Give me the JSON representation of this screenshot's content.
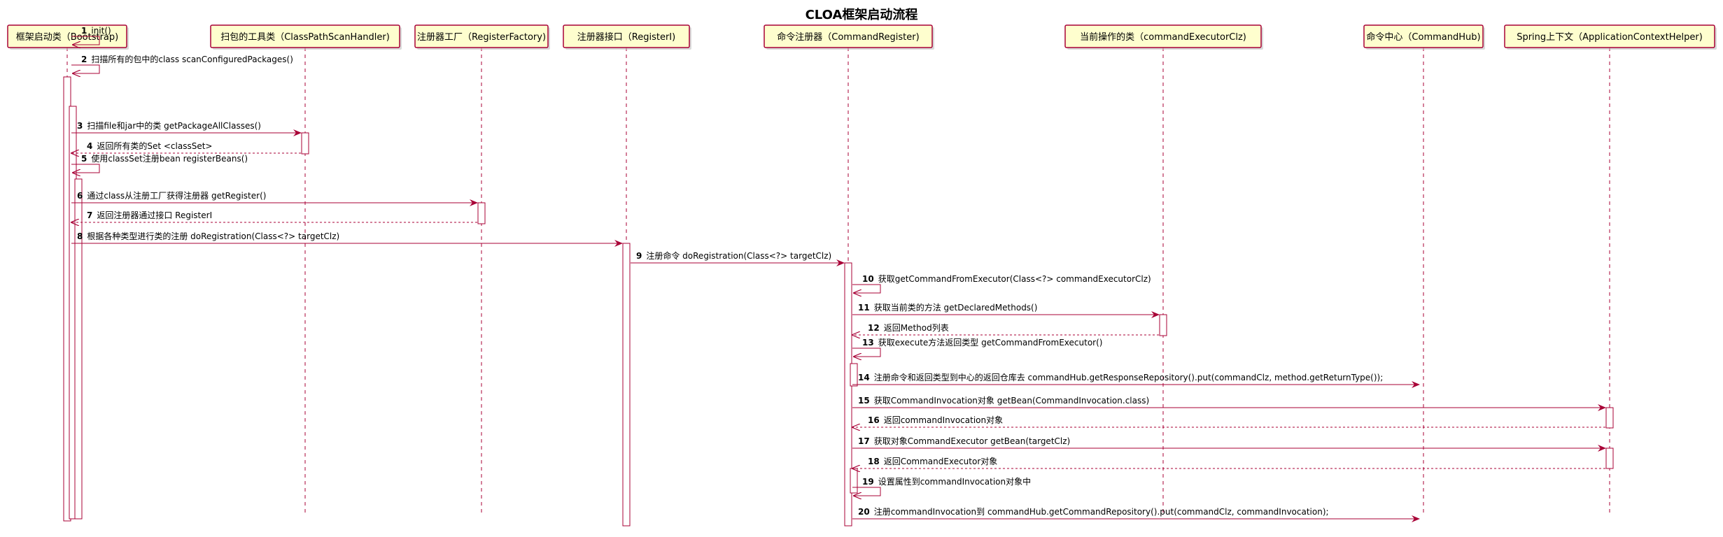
{
  "title": "CLOA框架启动流程",
  "colors": {
    "box_fill": "#FEFECE",
    "box_stroke": "#A80036",
    "line": "#A80036",
    "text": "#000000",
    "activation_fill": "#FFFFFF"
  },
  "participants": [
    {
      "id": "p0",
      "label": "框架启动类（Bootstrap)"
    },
    {
      "id": "p1",
      "label": "扫包的工具类（ClassPathScanHandler)"
    },
    {
      "id": "p2",
      "label": "注册器工厂（RegisterFactory)"
    },
    {
      "id": "p3",
      "label": "注册器接口（RegisterI)"
    },
    {
      "id": "p4",
      "label": "命令注册器（CommandRegister)"
    },
    {
      "id": "p5",
      "label": "当前操作的类（commandExecutorClz)"
    },
    {
      "id": "p6",
      "label": "命令中心（CommandHub)"
    },
    {
      "id": "p7",
      "label": "Spring上下文（ApplicationContextHelper)"
    }
  ],
  "messages": [
    {
      "num": "1",
      "text": "init()",
      "from": "p0",
      "to": "p0",
      "kind": "self"
    },
    {
      "num": "2",
      "text": "扫描所有的包中的class scanConfiguredPackages()",
      "from": "p0",
      "to": "p0",
      "kind": "self"
    },
    {
      "num": "3",
      "text": "扫描file和jar中的类 getPackageAllClasses()",
      "from": "p0",
      "to": "p1",
      "kind": "call"
    },
    {
      "num": "4",
      "text": "返回所有类的Set <classSet>",
      "from": "p1",
      "to": "p0",
      "kind": "return"
    },
    {
      "num": "5",
      "text": "使用classSet注册bean registerBeans()",
      "from": "p0",
      "to": "p0",
      "kind": "self"
    },
    {
      "num": "6",
      "text": "通过class从注册工厂获得注册器 getRegister()",
      "from": "p0",
      "to": "p2",
      "kind": "call"
    },
    {
      "num": "7",
      "text": "返回注册器通过接口 RegisterI",
      "from": "p2",
      "to": "p0",
      "kind": "return"
    },
    {
      "num": "8",
      "text": "根据各种类型进行类的注册 doRegistration(Class<?> targetClz)",
      "from": "p0",
      "to": "p3",
      "kind": "call"
    },
    {
      "num": "9",
      "text": "注册命令 doRegistration(Class<?> targetClz)",
      "from": "p3",
      "to": "p4",
      "kind": "call"
    },
    {
      "num": "10",
      "text": "获取getCommandFromExecutor(Class<?> commandExecutorClz)",
      "from": "p4",
      "to": "p4",
      "kind": "self"
    },
    {
      "num": "11",
      "text": "获取当前类的方法 getDeclaredMethods()",
      "from": "p4",
      "to": "p5",
      "kind": "call"
    },
    {
      "num": "12",
      "text": "返回Method列表",
      "from": "p5",
      "to": "p4",
      "kind": "return"
    },
    {
      "num": "13",
      "text": "获取execute方法返回类型 getCommandFromExecutor()",
      "from": "p4",
      "to": "p4",
      "kind": "self"
    },
    {
      "num": "14",
      "text": "注册命令和返回类型到中心的返回仓库去   commandHub.getResponseRepository().put(commandClz, method.getReturnType());",
      "from": "p4",
      "to": "p6",
      "kind": "call"
    },
    {
      "num": "15",
      "text": "获取CommandInvocation对象 getBean(CommandInvocation.class)",
      "from": "p4",
      "to": "p7",
      "kind": "call"
    },
    {
      "num": "16",
      "text": "返回commandInvocation对象",
      "from": "p7",
      "to": "p4",
      "kind": "return"
    },
    {
      "num": "17",
      "text": "获取对象CommandExecutor getBean(targetClz)",
      "from": "p4",
      "to": "p7",
      "kind": "call"
    },
    {
      "num": "18",
      "text": "返回CommandExecutor对象",
      "from": "p7",
      "to": "p4",
      "kind": "return"
    },
    {
      "num": "19",
      "text": "设置属性到commandInvocation对象中",
      "from": "p4",
      "to": "p4",
      "kind": "self"
    },
    {
      "num": "20",
      "text": "注册commandInvocation到   commandHub.getCommandRepository().put(commandClz, commandInvocation);",
      "from": "p4",
      "to": "p6",
      "kind": "call"
    }
  ]
}
